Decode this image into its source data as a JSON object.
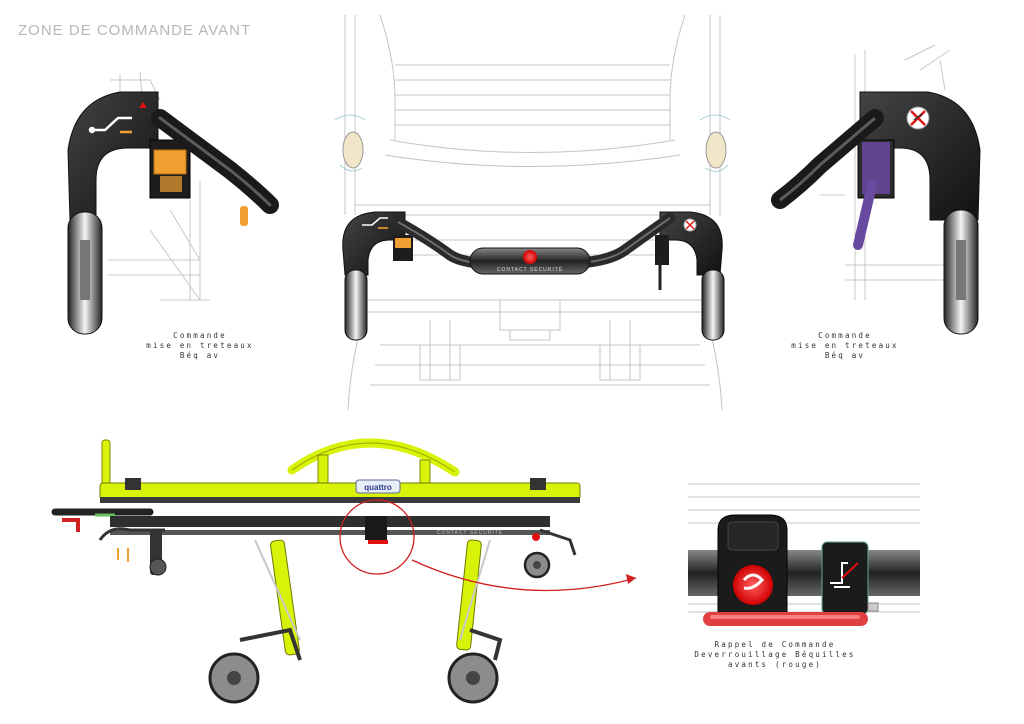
{
  "title": "ZONE DE COMMANDE AVANT",
  "captions": {
    "left": [
      "Commande",
      "mise en treteaux",
      "Béq av"
    ],
    "right": [
      "Commande",
      "mise en treteaux",
      "Béq av"
    ],
    "bottom": [
      "Rappel de Commande",
      "Deverrouillage Béquilles",
      "avants (rouge)"
    ]
  },
  "labels": {
    "contact_securite_handle": "CONTACT SÉCURITÉ",
    "contact_securite_frame": "CONTACT SÉCURITÉ",
    "brand": "quattro"
  },
  "colors": {
    "lime": "#d9f20a",
    "dark": "#2a2a2a",
    "orange": "#f0a030",
    "purple": "#6a4aa0",
    "red": "#e01010",
    "line": "#bdbdbd"
  }
}
